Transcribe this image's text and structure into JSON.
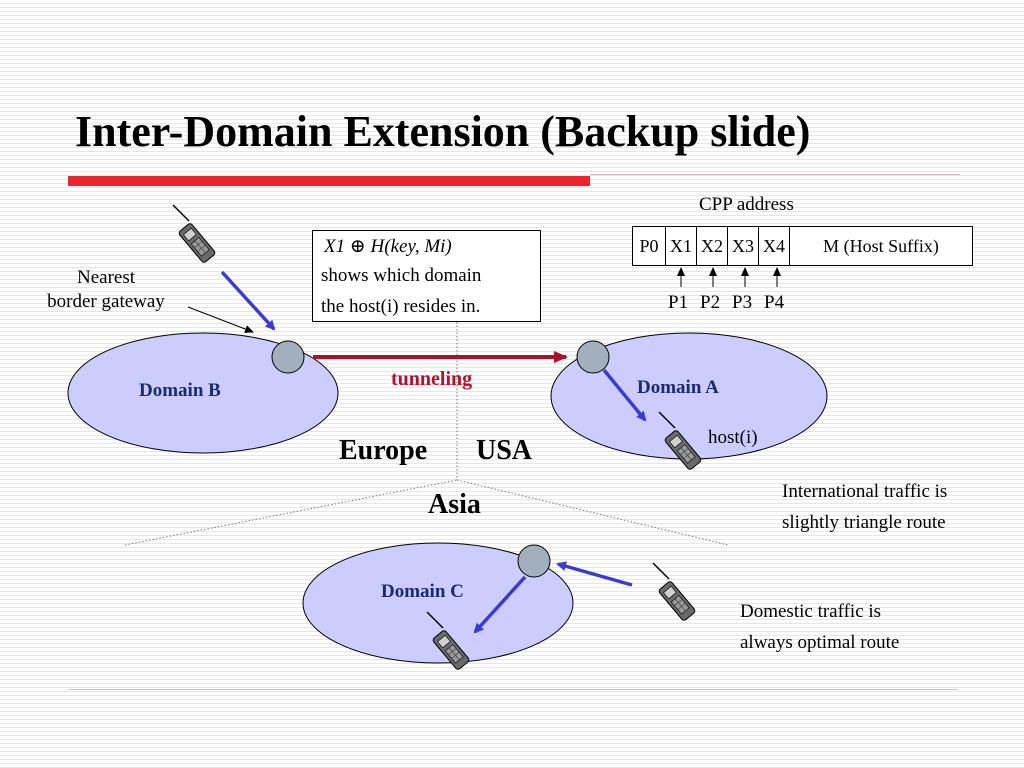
{
  "title": "Inter-Domain Extension (Backup slide)",
  "cpp": {
    "heading": "CPP address",
    "fields": [
      "P0",
      "X1",
      "X2",
      "X3",
      "X4",
      "M (Host Suffix)"
    ],
    "pointers": [
      "P1",
      "P2",
      "P3",
      "P4"
    ]
  },
  "formula": {
    "expression": "X1 ⊕ H(key, Mi)",
    "desc_line1": "shows which domain",
    "desc_line2": "the host(i) resides in."
  },
  "labels": {
    "nearest_line1": "Nearest",
    "nearest_line2": "border gateway",
    "tunneling": "tunneling",
    "host": "host(i)",
    "intl_line1": "International traffic is",
    "intl_line2": "slightly triangle route",
    "domestic_line1": "Domestic traffic is",
    "domestic_line2": "always optimal route"
  },
  "domains": {
    "a": "Domain A",
    "b": "Domain B",
    "c": "Domain C"
  },
  "regions": {
    "europe": "Europe",
    "usa": "USA",
    "asia": "Asia"
  },
  "colors": {
    "domain_fill": "#ccccff",
    "gateway_fill": "#a2afbf",
    "arrow_blue": "#3b3bd0",
    "tunnel_red": "#a8122a",
    "rule_red": "#e8262c"
  }
}
